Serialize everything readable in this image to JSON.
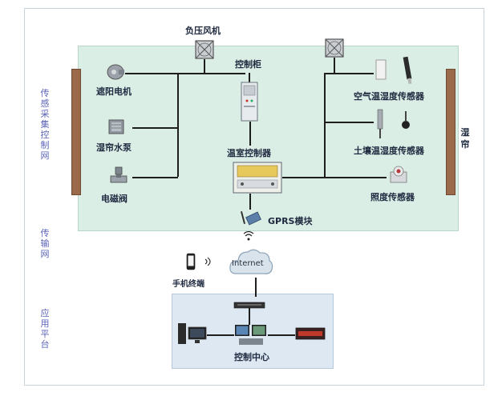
{
  "side_labels": {
    "sensing": "传感采集控制网",
    "transport": "传输网",
    "application": "应用平台"
  },
  "devices": {
    "exhaust_fan": "负压风机",
    "control_cabinet": "控制柜",
    "shade_motor": "遮阳电机",
    "curtain_pump": "湿帘水泵",
    "solenoid_valve": "电磁阀",
    "greenhouse_controller": "温室控制器",
    "air_sensor": "空气温湿度传感器",
    "soil_sensor": "土壤温湿度传感器",
    "light_sensor": "照度传感器",
    "wet_curtain": "湿帘",
    "gprs_module": "GPRS模块",
    "internet": "Internet",
    "mobile_terminal": "手机终端",
    "control_center": "控制中心"
  }
}
